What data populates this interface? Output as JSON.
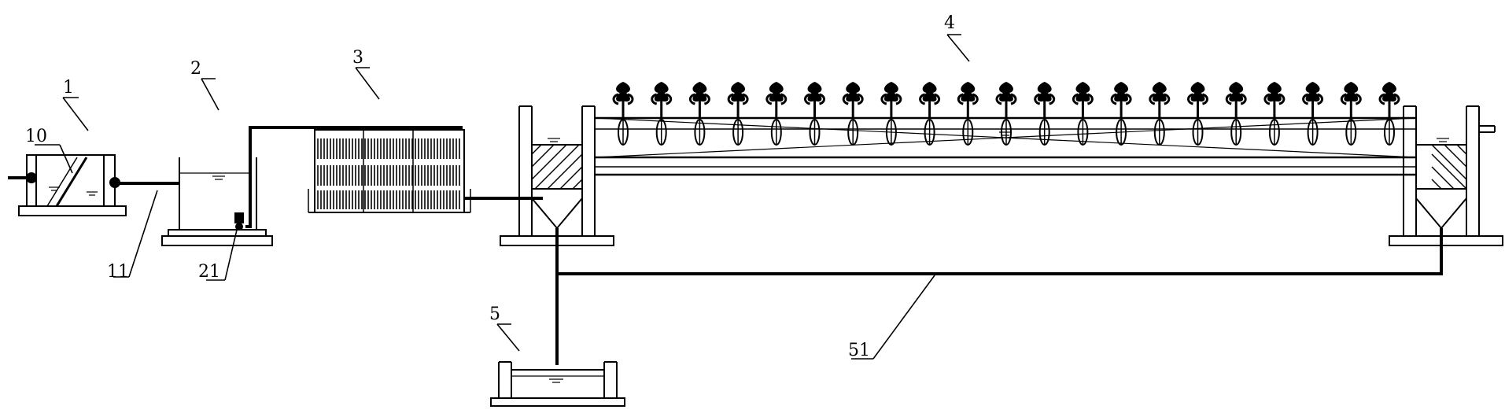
{
  "labels": {
    "l1": "1",
    "l10": "10",
    "l11": "11",
    "l2": "2",
    "l21": "21",
    "l3": "3",
    "l4": "4",
    "l5": "5",
    "l51": "51"
  },
  "style": {
    "ink": "#000000",
    "background": "#ffffff"
  },
  "plants": {
    "count": 21
  }
}
